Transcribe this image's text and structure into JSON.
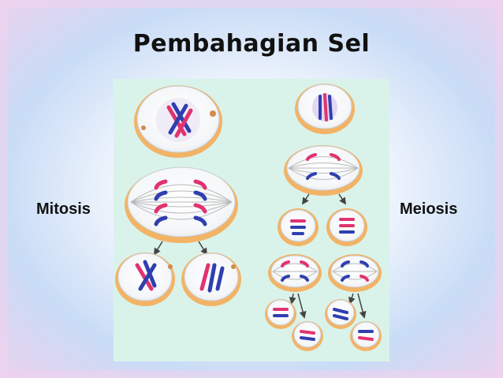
{
  "title": "Pembahagian Sel",
  "labels": {
    "left": "Mitosis",
    "right": "Meiosis"
  },
  "colors": {
    "background_panel": "#d9f3ea",
    "cell_rim": "#f3b365",
    "chromosome_red": "#e0336f",
    "chromosome_blue": "#2f3fb0",
    "spindle": "#b9b9b9",
    "arrow": "#444444"
  },
  "icons": [
    "cell-icon",
    "chromosome-icon",
    "arrow-icon"
  ]
}
